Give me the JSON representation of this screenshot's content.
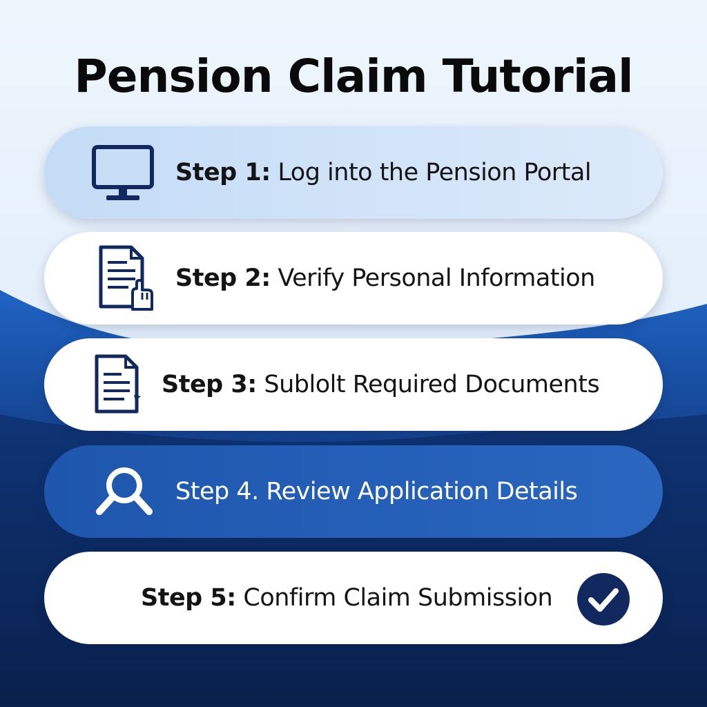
{
  "page": {
    "title": "Pension Claim Tutorial"
  },
  "steps": [
    {
      "label": "Step 1:",
      "text": " Log into the Pension Portal",
      "icon": "monitor-icon"
    },
    {
      "label": "Step 2:",
      "text": " Verify Personal Information",
      "icon": "document-hand-icon"
    },
    {
      "label": "Step 3:",
      "text": " Sublolt Required Documents",
      "icon": "document-icon"
    },
    {
      "label": "Step 4.",
      "text": " Review Application Details",
      "icon": "magnifier-icon"
    },
    {
      "label": "Step 5:",
      "text": " Confirm Claim Submission",
      "icon": "checkmark-icon"
    }
  ],
  "colors": {
    "navy": "#11295f",
    "accent_blue": "#1e56ad",
    "light_blue_pill": "#c4dcf6",
    "white": "#ffffff"
  }
}
